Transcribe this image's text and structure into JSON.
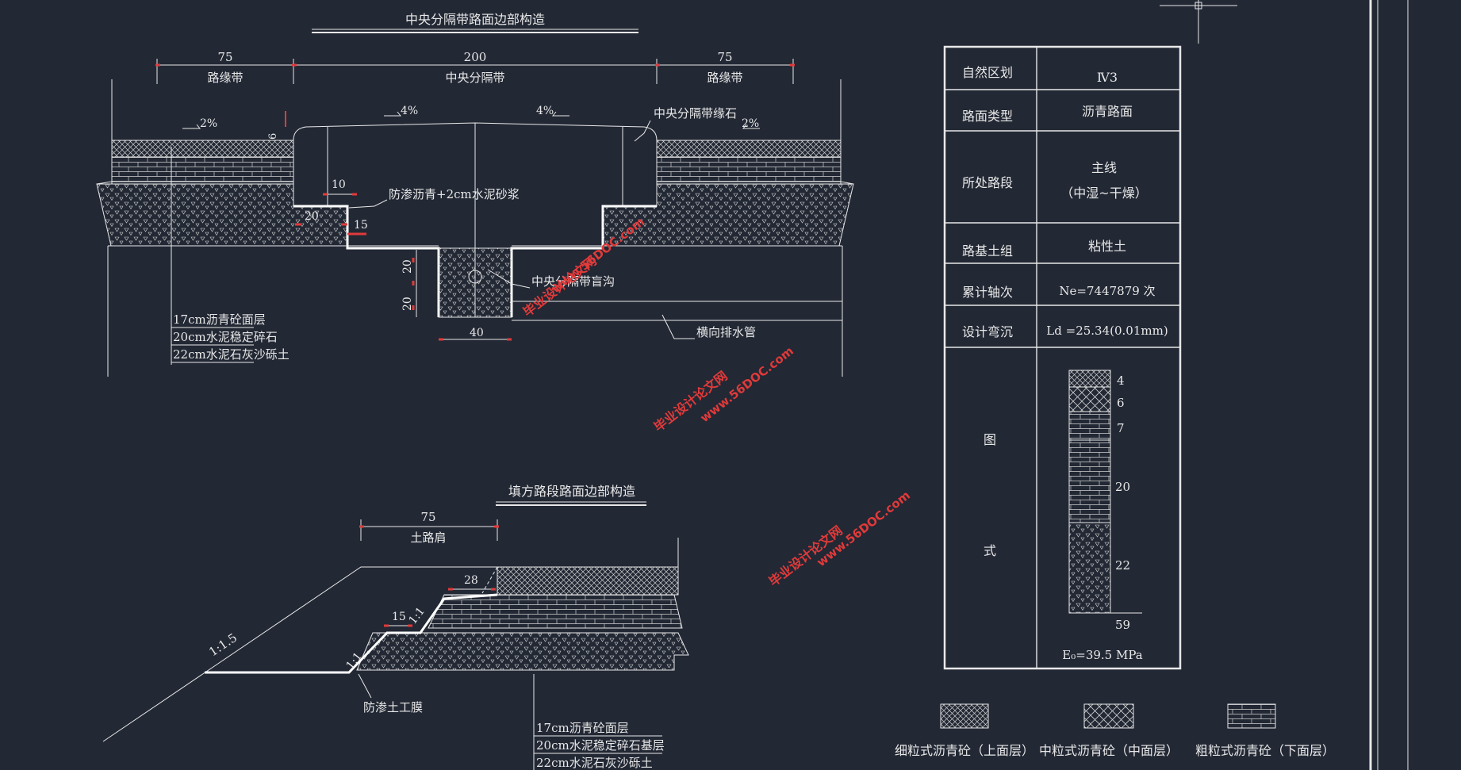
{
  "titles": {
    "median_title": "中央分隔带路面边部构造",
    "fill_title": "填方路段路面边部构造"
  },
  "median_section": {
    "dims": {
      "left": "75",
      "center": "200",
      "right": "75"
    },
    "dim_labels": {
      "left": "路缘带",
      "center": "中央分隔带",
      "right": "路缘带"
    },
    "slopes": {
      "left": "2%",
      "center_left": "4%",
      "center_right": "4%",
      "right": "2%"
    },
    "curb_label": "中央分隔带缘石",
    "waterproof_label": "防渗沥青+2cm水泥砂浆",
    "small_dims": {
      "d6": "6",
      "d10": "10",
      "d20": "20",
      "d15": "15",
      "trench_h1": "20",
      "trench_h2": "20",
      "trench_w": "40"
    },
    "trench_label": "中央分隔带盲沟",
    "pipe_label": "横向排水管",
    "layers": [
      "17cm沥青砼面层",
      "20cm水泥稳定碎石",
      "22cm水泥石灰沙砾土"
    ]
  },
  "fill_section": {
    "shoulder_dim": "75",
    "shoulder_label": "土路肩",
    "dims": {
      "d28": "28",
      "d15": "15"
    },
    "slopes": {
      "outer": "1:1.5",
      "step_upper": "1:1",
      "step_lower": "1:1"
    },
    "membrane_label": "防渗土工膜",
    "layers": [
      "17cm沥青砼面层",
      "20cm水泥稳定碎石基层",
      "22cm水泥石灰沙砾土"
    ]
  },
  "info_table": {
    "rows": [
      {
        "label": "自然区划",
        "value": "Ⅳ3"
      },
      {
        "label": "路面类型",
        "value": "沥青路面"
      },
      {
        "label": "所处路段",
        "value": "主线",
        "value2": "（中湿~干燥）"
      },
      {
        "label": "路基土组",
        "value": "粘性土"
      },
      {
        "label": "累计轴次",
        "value": "Ne=7447879 次"
      },
      {
        "label": "设计弯沉",
        "value": "Ld =25.34(0.01mm)"
      }
    ],
    "figure_label_1": "图",
    "figure_label_2": "式",
    "thicknesses": [
      "4",
      "6",
      "7",
      "20",
      "22"
    ],
    "total": "59",
    "modulus": "E₀=39.5 MPa"
  },
  "legend": [
    {
      "label": "细粒式沥青砼（上面层）",
      "pattern": "fine"
    },
    {
      "label": "中粒式沥青砼（中面层）",
      "pattern": "medium"
    },
    {
      "label": "粗粒式沥青砼（下面层）",
      "pattern": "coarse"
    }
  ],
  "watermarks": [
    "毕业设计论文网",
    "www.56DOC.com"
  ],
  "colors": {
    "background": "#222834",
    "line": "#e8e8e8",
    "dimension": "#e03a3a",
    "watermark": "#e03a3a"
  }
}
